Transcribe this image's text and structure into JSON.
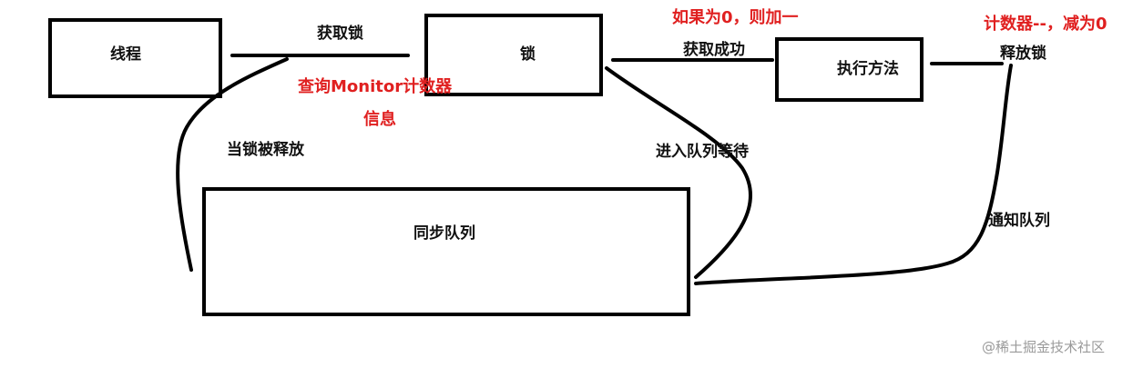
{
  "nodes": {
    "thread": "线程",
    "lock": "锁",
    "execute": "执行方法",
    "sync_queue": "同步队列"
  },
  "edges": {
    "acquire_lock": "获取锁",
    "acquire_success": "获取成功",
    "release_lock": "释放锁",
    "enter_queue": "进入队列等待",
    "on_release": "当锁被释放",
    "notify_queue": "通知队列"
  },
  "notes": {
    "query_monitor_1": "查询Monitor计数器",
    "query_monitor_2": "信息",
    "if_zero": "如果为0，则加一",
    "decrement": "计数器--，减为0"
  },
  "watermark": "@稀土掘金技术社区",
  "colors": {
    "stroke": "#000000",
    "text": "#111111",
    "note": "#e02020",
    "watermark": "#9a9a9a"
  }
}
